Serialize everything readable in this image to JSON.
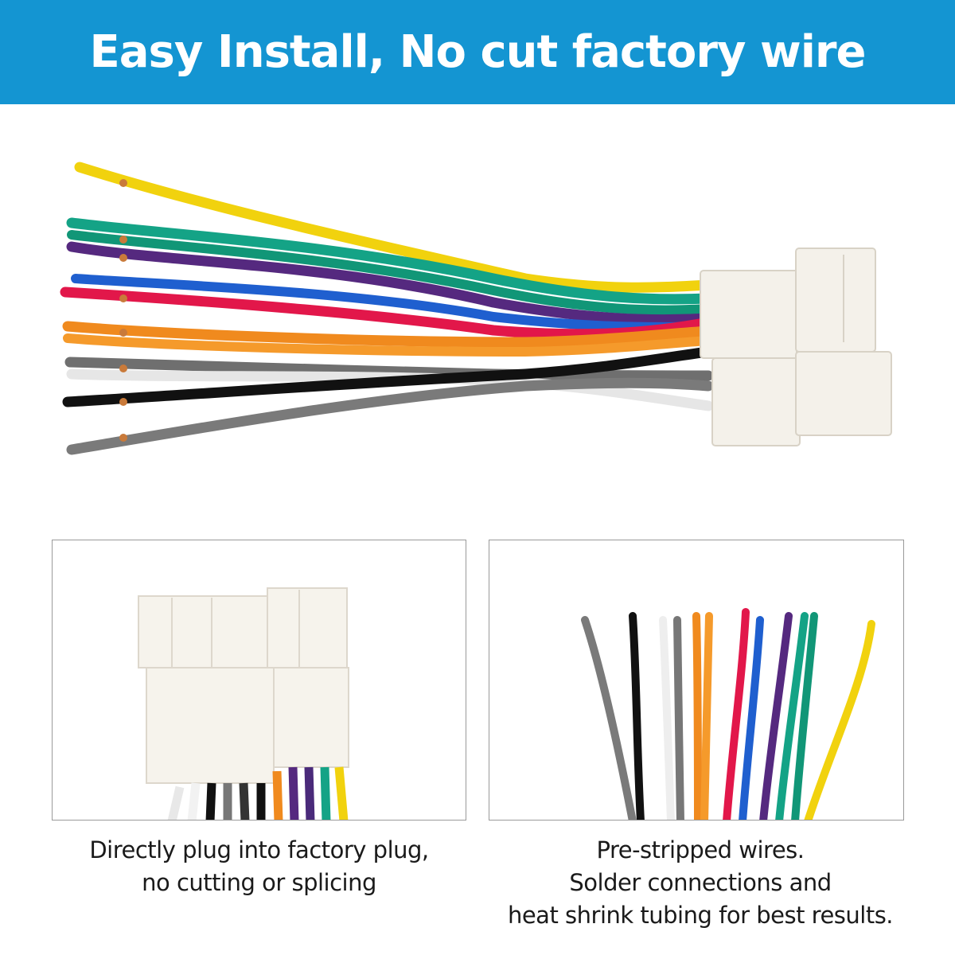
{
  "banner": {
    "title": "Easy Install, No cut factory wire",
    "color": "#1495d2"
  },
  "hero": {
    "image": "wire-harness-photo",
    "wire_colors": [
      "#f1d20e",
      "#13a286",
      "#1a9e7c",
      "#5b2d86",
      "#1f5fcf",
      "#e2174a",
      "#f08a1e",
      "#f59a2b",
      "#6f6f6f",
      "#ffffff",
      "#111111",
      "#7a7a7a"
    ],
    "connector_color": "#f4f1ea"
  },
  "panels": {
    "left": {
      "image": "connector-closeup-photo",
      "caption_lines": [
        "Directly plug into factory plug,",
        "no cutting or splicing"
      ]
    },
    "right": {
      "image": "pre-stripped-wires-photo",
      "caption_lines": [
        "Pre-stripped wires.",
        "Solder connections and",
        "heat shrink tubing for best results."
      ]
    }
  }
}
